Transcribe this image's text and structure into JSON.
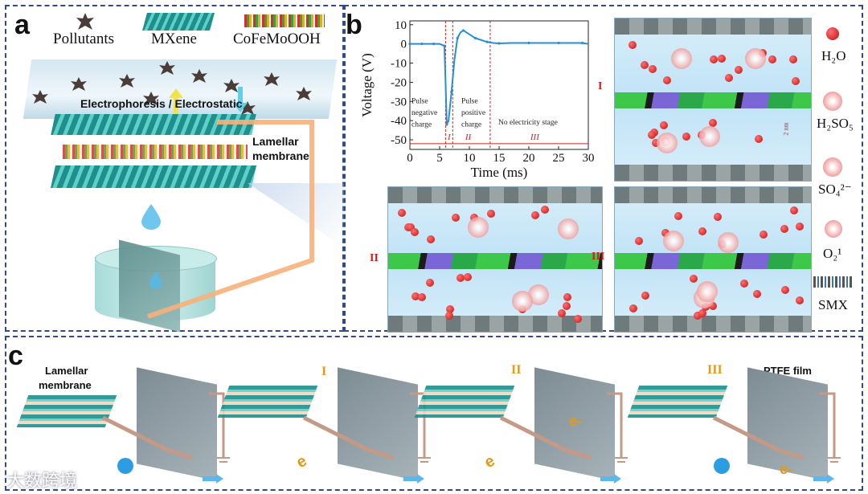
{
  "panels": {
    "a": "a",
    "b": "b",
    "c": "c"
  },
  "panel_a": {
    "legend": [
      "Pollutants",
      "MXene",
      "CoFeMoOOH"
    ],
    "process_label": "Electrophoresis / Electrostatic",
    "membrane_label_1": "Lamellar",
    "membrane_label_2": "membrane"
  },
  "chart_data": {
    "type": "line",
    "xlabel": "Time (ms)",
    "ylabel": "Voltage (V)",
    "xlim": [
      0,
      30
    ],
    "ylim": [
      -55,
      12
    ],
    "xticks": [
      "0",
      "5",
      "10",
      "15",
      "20",
      "25",
      "30"
    ],
    "yticks": [
      "10",
      "0",
      "-10",
      "-20",
      "-30",
      "-40",
      "-50"
    ],
    "x": [
      0,
      1,
      2,
      3,
      4,
      5,
      5.8,
      6.0,
      6.2,
      6.5,
      7,
      7.5,
      8,
      8.5,
      9,
      10,
      11,
      12,
      13,
      14,
      15,
      17,
      20,
      23,
      25,
      27,
      29,
      30
    ],
    "y": [
      0,
      0,
      0,
      0,
      0,
      0,
      -1,
      -20,
      -42,
      -40,
      -25,
      -8,
      3,
      6,
      7,
      5,
      3,
      2,
      1,
      0.5,
      0.3,
      0.5,
      0.5,
      0.5,
      0.5,
      0.5,
      0.5,
      0
    ],
    "annotations": [
      "Pulse",
      "negative",
      "charge",
      "Pulse",
      "positive",
      "charge",
      "No electricity stage"
    ],
    "stage_labels": [
      "I",
      "II",
      "III"
    ],
    "colors": {
      "line": "#2a8fd0",
      "stage": "#d2201e"
    }
  },
  "panel_b": {
    "stage_I": "I",
    "stage_II": "II",
    "stage_III": "III",
    "scale_label": "2 nm",
    "legend": [
      "H₂O",
      "H₂SO₅",
      "SO₄²⁻",
      "O₂¹",
      "SMX"
    ]
  },
  "panel_c": {
    "lamellar_1": "Lamellar",
    "lamellar_2": "membrane",
    "stage_I": "I",
    "stage_II": "II",
    "stage_III": "III",
    "ptfe": "PTFE film",
    "electron_left": "e",
    "electron_mid": "e",
    "e_minus_1": "e-",
    "e_minus_2": "e-"
  },
  "watermark": "大数跨境"
}
